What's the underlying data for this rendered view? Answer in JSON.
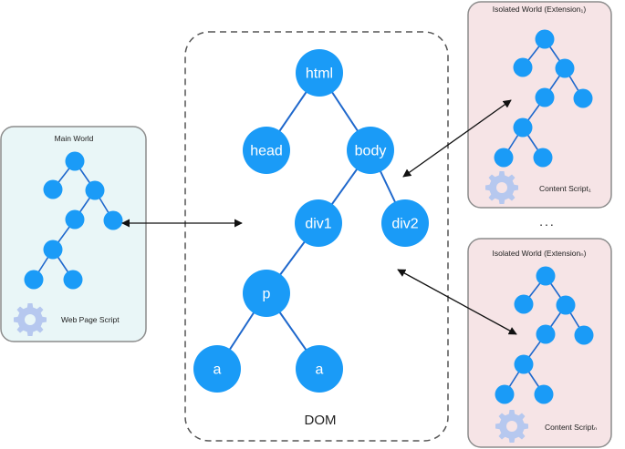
{
  "colors": {
    "node_fill": "#1a9bf7",
    "edge": "#1f68cc",
    "main_world_fill": "#e9f6f7",
    "isolated_fill": "#f6e4e6",
    "box_border": "#8c8c8c",
    "gear": "#b6c8ef",
    "dom_border": "#555555",
    "arrow": "#111111"
  },
  "dom": {
    "label": "DOM",
    "nodes": [
      {
        "id": "html",
        "label": "html"
      },
      {
        "id": "head",
        "label": "head"
      },
      {
        "id": "body",
        "label": "body"
      },
      {
        "id": "div1",
        "label": "div1"
      },
      {
        "id": "div2",
        "label": "div2"
      },
      {
        "id": "p",
        "label": "p"
      },
      {
        "id": "a1",
        "label": "a"
      },
      {
        "id": "a2",
        "label": "a"
      }
    ],
    "edges": [
      [
        "html",
        "head"
      ],
      [
        "html",
        "body"
      ],
      [
        "body",
        "div1"
      ],
      [
        "body",
        "div2"
      ],
      [
        "div1",
        "p"
      ],
      [
        "p",
        "a1"
      ],
      [
        "p",
        "a2"
      ]
    ]
  },
  "main_world": {
    "title": "Main World",
    "script_label": "Web Page Script",
    "icon": "gear-icon"
  },
  "isolated_world_1": {
    "title": "Isolated World (Extension₁)",
    "script_label": "Content Script₁",
    "icon": "gear-icon"
  },
  "isolated_world_n": {
    "title": "Isolated World (Extensionₙ)",
    "script_label": "Content Scriptₙ",
    "icon": "gear-icon"
  },
  "ellipsis": "...",
  "connections": [
    {
      "from": "main_world",
      "to": "dom",
      "style": "double-arrow"
    },
    {
      "from": "isolated_world_1",
      "to": "dom",
      "style": "double-arrow"
    },
    {
      "from": "isolated_world_n",
      "to": "dom",
      "style": "double-arrow"
    }
  ]
}
